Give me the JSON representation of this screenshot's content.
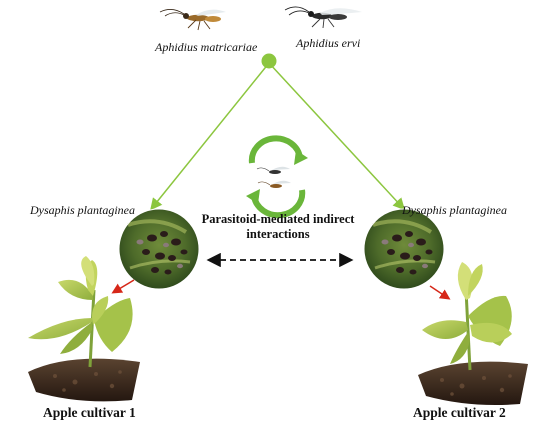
{
  "top": {
    "left_species": "Aphidius matricariae",
    "right_species": "Aphidius ervi"
  },
  "left": {
    "aphid_label": "Dysaphis plantaginea",
    "cultivar_label": "Apple cultivar 1"
  },
  "right": {
    "aphid_label": "Dysaphis plantaginea",
    "cultivar_label": "Apple cultivar 2"
  },
  "center": {
    "interaction_label": "Parasitoid-mediated indirect interactions"
  },
  "colors": {
    "green_line": "#8cc63f",
    "node": "#8cc63f",
    "cycle_arrow": "#6ab63a",
    "red_arrow": "#d62718",
    "leaf": "#a9c752",
    "soil": "#3b2a1e"
  }
}
